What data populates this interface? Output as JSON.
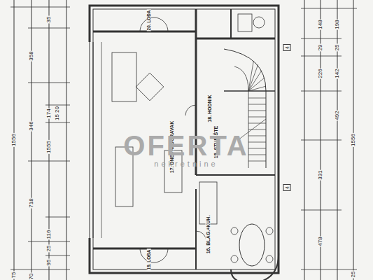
{
  "diagram": {
    "nodes": [
      {
        "text": [
          "20. LOĐA"
        ]
      },
      {
        "text": [
          "18. HODNIK"
        ]
      },
      {
        "text": [
          "17. DNEVNI BORAVAK"
        ]
      },
      {
        "text": [
          "15. STUBIŠTE"
        ]
      },
      {
        "text": [
          "16. BLAG.+KUH."
        ]
      },
      {
        "text": [
          "19. LOĐA"
        ]
      }
    ],
    "labels": [
      "1556",
      "358",
      "718",
      "174",
      "15 20",
      "1555",
      "346",
      "116",
      "25",
      "95",
      "35",
      "70",
      "75",
      "1556",
      "331",
      "478",
      "492",
      "142",
      "25",
      "198",
      "226",
      "29",
      "148",
      "25",
      "4",
      "4",
      "OFERTA",
      "nekretnine"
    ]
  }
}
